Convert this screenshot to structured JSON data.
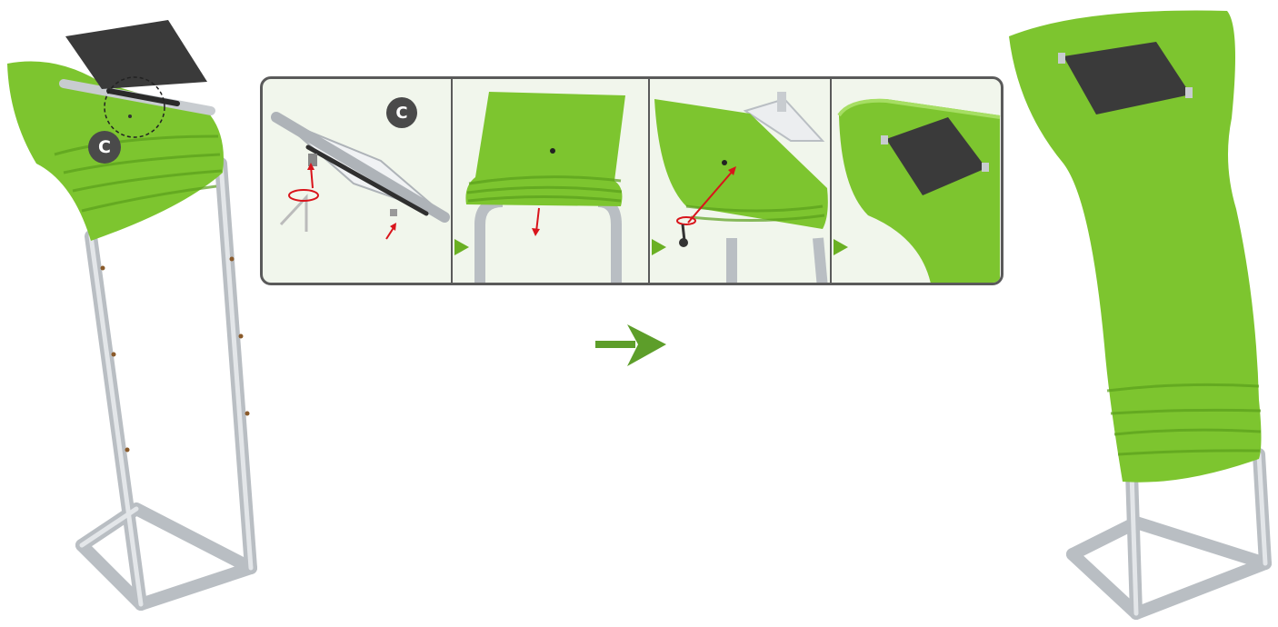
{
  "detail_marker": {
    "letter": "C"
  },
  "inset_marker": {
    "letter": "C"
  },
  "colors": {
    "fabric_green": "#7dc52f",
    "fabric_shadow": "#5a9f1c",
    "frame_silver": "#c8ccd0",
    "tablet_dark": "#3a3a3a",
    "arrow_red": "#d9141b",
    "flow_arrow_green": "#5d9e2a",
    "badge_dark": "#4a4a4a"
  },
  "steps": [
    {
      "id": "step-1",
      "icon": "clamp-assembly"
    },
    {
      "id": "step-2",
      "icon": "fabric-cover-top"
    },
    {
      "id": "step-3",
      "icon": "knob-screw-fix"
    },
    {
      "id": "step-4",
      "icon": "tablet-mounted"
    }
  ],
  "flow_arrow": {
    "icon": "right-arrow-icon"
  }
}
